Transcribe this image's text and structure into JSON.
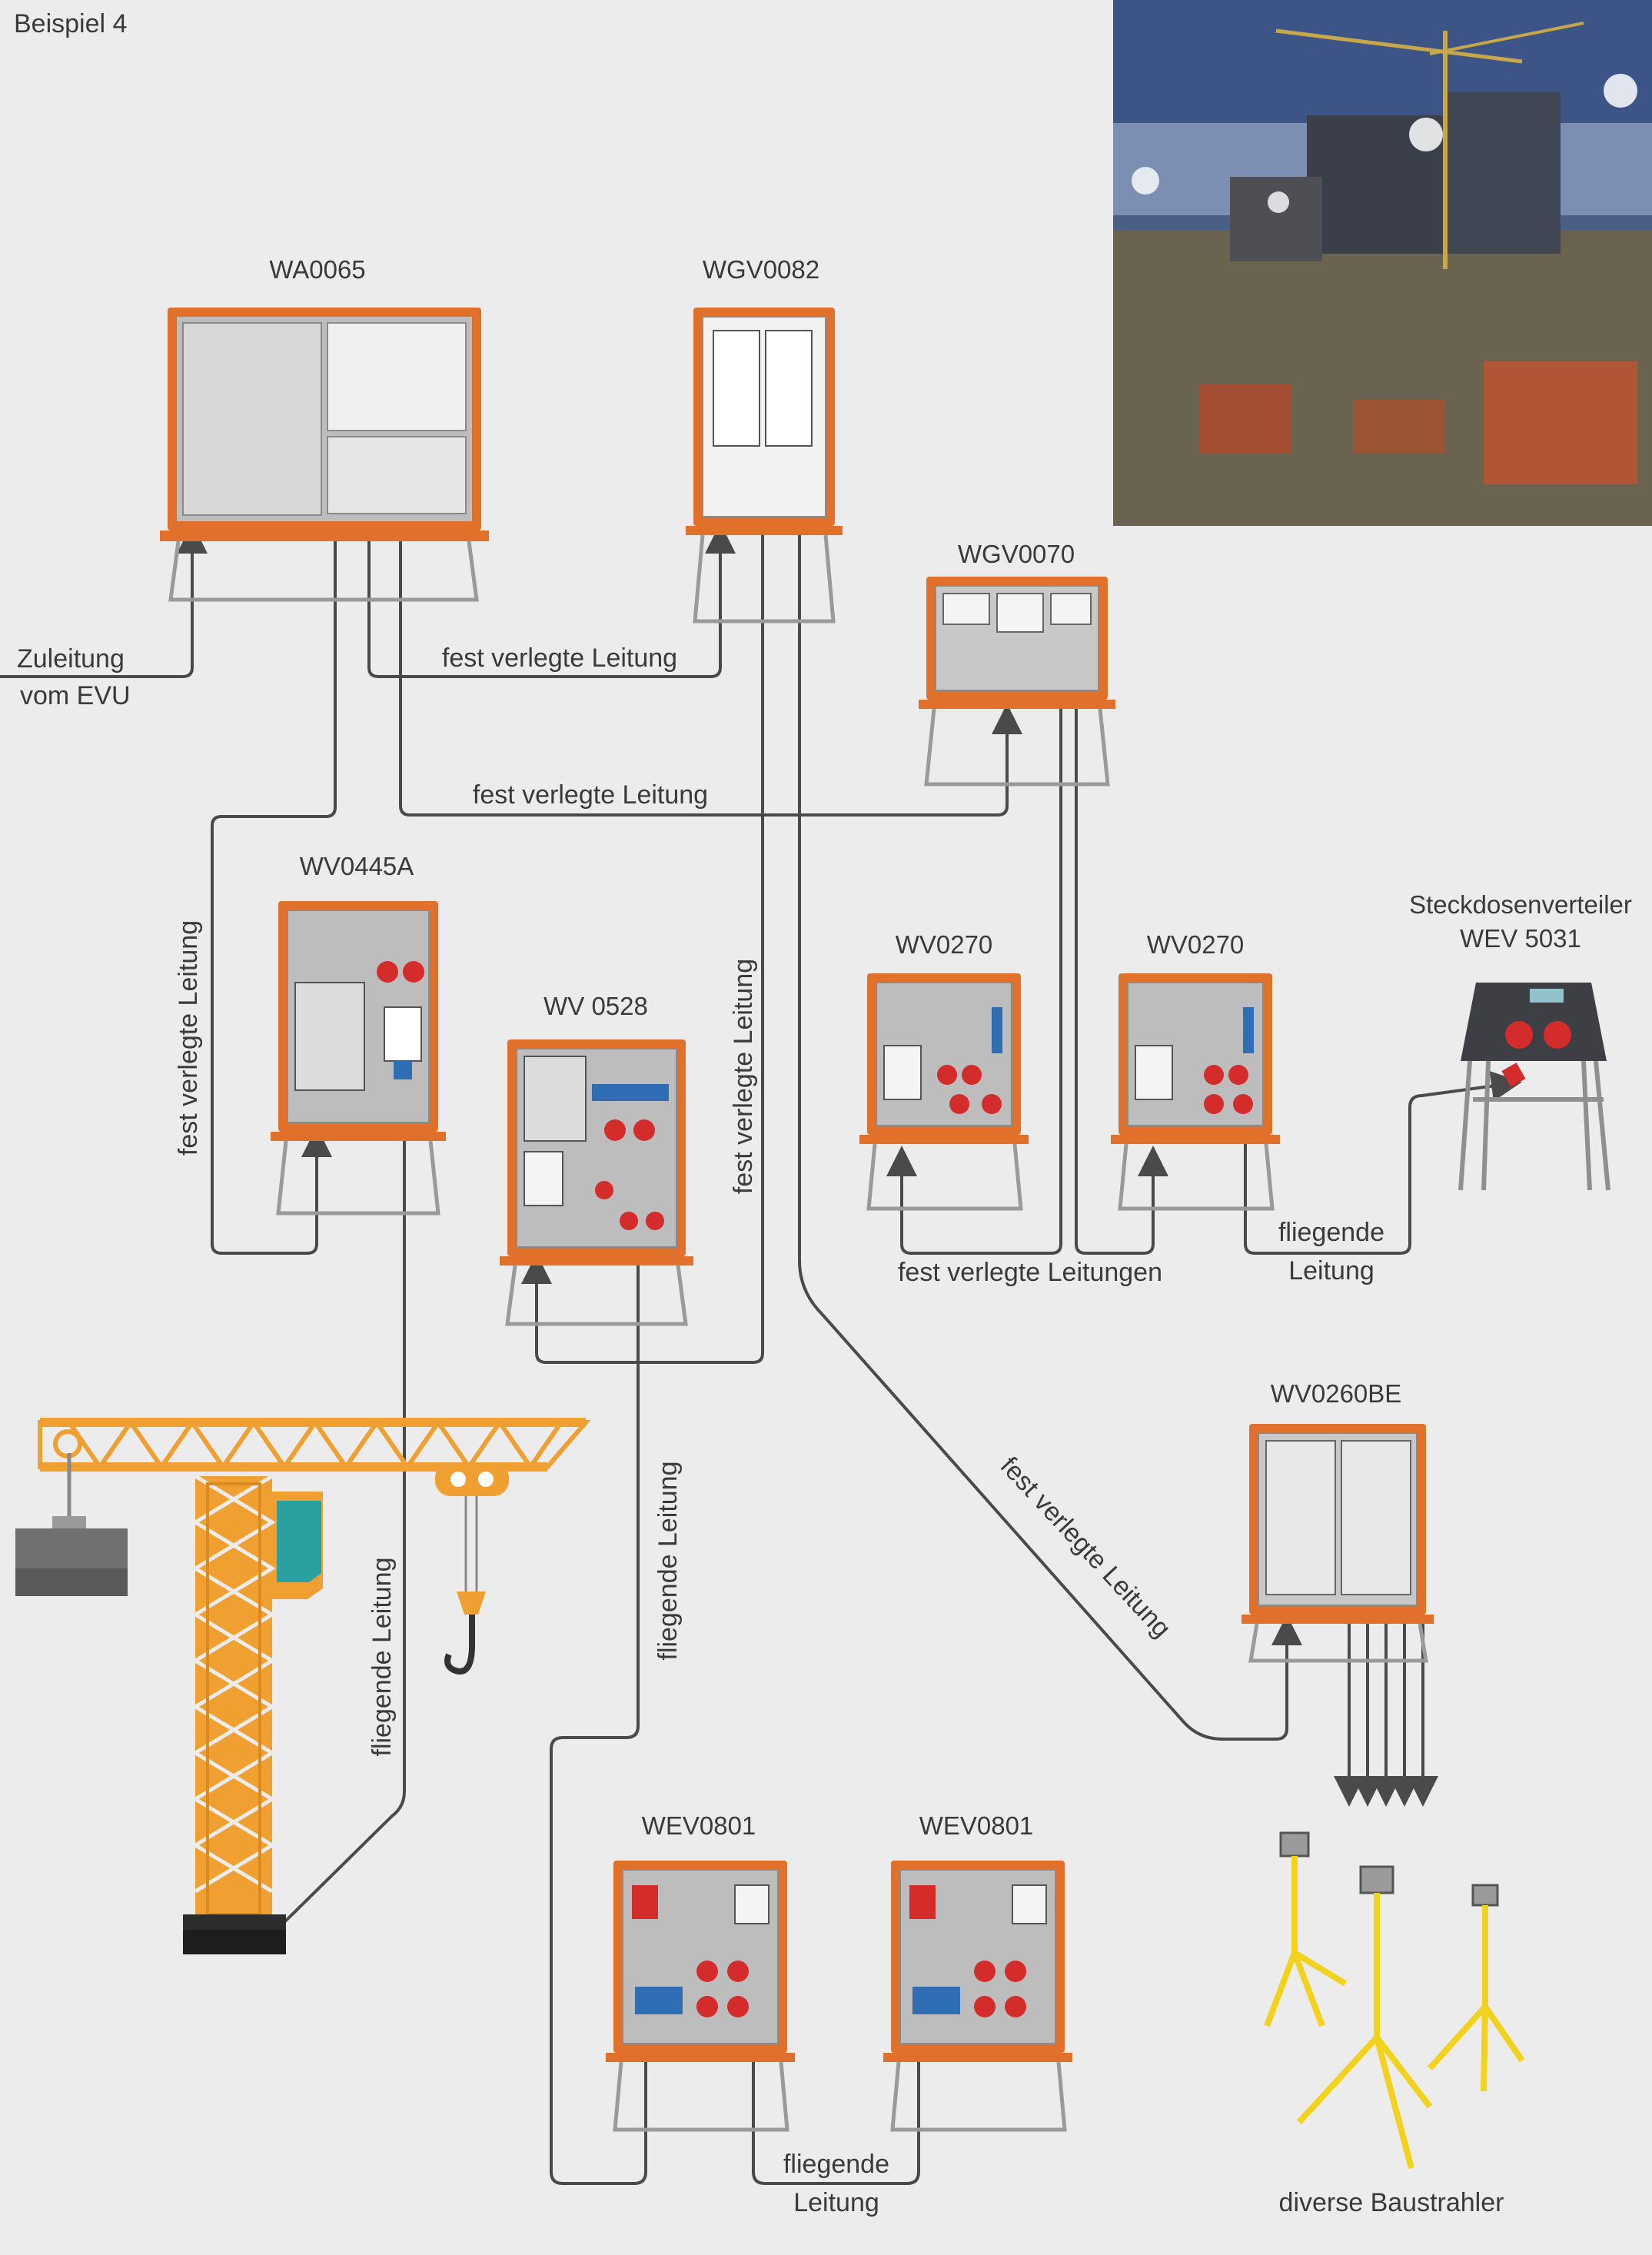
{
  "page_label": "Beispiel 4",
  "units": {
    "WA0065": "WA0065",
    "WGV0082": "WGV0082",
    "WGV0070": "WGV0070",
    "WV0445A": "WV0445A",
    "WV0528": "WV 0528",
    "WV0270_a": "WV0270",
    "WV0270_b": "WV0270",
    "WEV5031_l1": "Steckdosenverteiler",
    "WEV5031_l2": "WEV 5031",
    "WV0260BE": "WV0260BE",
    "WEV0801_a": "WEV0801",
    "WEV0801_b": "WEV0801"
  },
  "labels": {
    "zuleitung_1": "Zuleitung",
    "zuleitung_2": "vom EVU",
    "fest_1": "fest verlegte Leitung",
    "fest_2": "fest verlegte Leitung",
    "fest_vert_left": "fest verlegte Leitung",
    "fest_vert_mid": "fest verlegte Leitung",
    "fest_leitungen": "fest verlegte Leitungen",
    "fliegende_1a": "fliegende",
    "fliegende_1b": "Leitung",
    "fliegende_crane": "fliegende Leitung",
    "fliegende_vert": "fliegende Leitung",
    "fest_diag": "fest verlegte Leitung",
    "fliegende_2a": "fliegende",
    "fliegende_2b": "Leitung",
    "baustrahler": "diverse Baustrahler"
  },
  "colors": {
    "cabinet_orange": "#e0702a",
    "panel_gray": "#bdbdbd",
    "socket_red": "#d42b2b",
    "breaker_blue": "#2f6db5",
    "crane_orange": "#f0a030",
    "line_gray": "#4a4a4a",
    "lamp_yellow": "#f2d21a"
  }
}
